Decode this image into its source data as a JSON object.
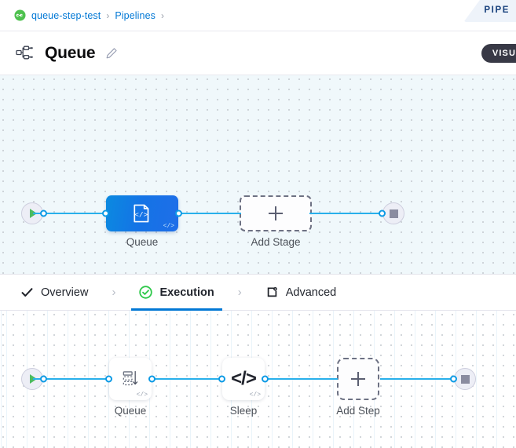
{
  "breadcrumb": {
    "project_icon": "harness-project-icon",
    "items": [
      {
        "label": "queue-step-test",
        "icon": "project-badge-icon"
      },
      {
        "label": "Pipelines",
        "icon": null
      }
    ],
    "separator": "›",
    "trailing_separator": "›"
  },
  "pipeline_tab": {
    "label": "PIPE",
    "full_label": "PIPELINE",
    "bg": "#eef3fa",
    "color": "#17407c"
  },
  "title_bar": {
    "icon": "pipeline-graph-icon",
    "title": "Queue",
    "edit_icon": "pencil-icon",
    "visual_button": {
      "label": "VISU",
      "full_label": "VISUAL",
      "bg": "#383946",
      "color": "#ffffff"
    }
  },
  "stage_canvas": {
    "background": "#f0f8fb",
    "start_node": {
      "name": "start-node",
      "icon": "play-icon",
      "color": "#4dbb5f"
    },
    "end_node": {
      "name": "end-node",
      "icon": "stop-icon",
      "color": "#8a8ca0"
    },
    "stages": [
      {
        "name": "queue-stage",
        "label": "Queue",
        "icon": "custom-stage-icon",
        "badge": "</>",
        "selected": true,
        "gradient_from": "#0b8ae0",
        "gradient_to": "#1f6ee8"
      }
    ],
    "add_stage": {
      "label": "Add Stage",
      "icon": "plus-icon"
    }
  },
  "tabs": {
    "items": [
      {
        "label": "Overview",
        "icon": "check-icon",
        "active": false
      },
      {
        "label": "Execution",
        "icon": "check-circle-green-icon",
        "active": true
      },
      {
        "label": "Advanced",
        "icon": "advanced-settings-icon",
        "active": false
      }
    ],
    "separator": "›",
    "active_color": "#0278d5"
  },
  "execution_canvas": {
    "background": "#ffffff",
    "start_node": {
      "name": "start-node",
      "icon": "play-icon",
      "color": "#4dbb5f"
    },
    "end_node": {
      "name": "end-node",
      "icon": "stop-icon",
      "color": "#8a8ca0"
    },
    "steps": [
      {
        "name": "queue-step",
        "label": "Queue",
        "icon": "queue-icon",
        "badge": "</>"
      },
      {
        "name": "sleep-step",
        "label": "Sleep",
        "icon": "code-icon",
        "glyph": "</>",
        "badge": "</>"
      }
    ],
    "add_step": {
      "label": "Add Step",
      "icon": "plus-icon"
    }
  }
}
